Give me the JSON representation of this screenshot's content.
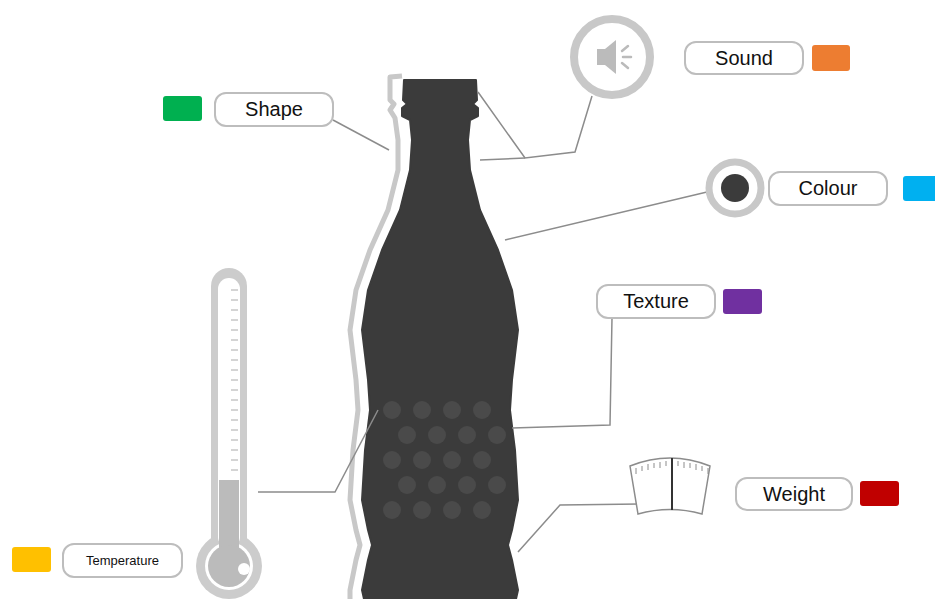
{
  "diagram": {
    "legend": [
      {
        "text": "Sound",
        "color": "#ed7d31"
      },
      {
        "text": "Shape",
        "color": "#00b050"
      },
      {
        "text": "Colour",
        "color": "#00b0f0"
      },
      {
        "text": "Texture",
        "color": "#7030a0"
      },
      {
        "text": "Weight",
        "color": "#c00000"
      },
      {
        "text": "Temperature",
        "color": "#ffc000"
      }
    ]
  }
}
